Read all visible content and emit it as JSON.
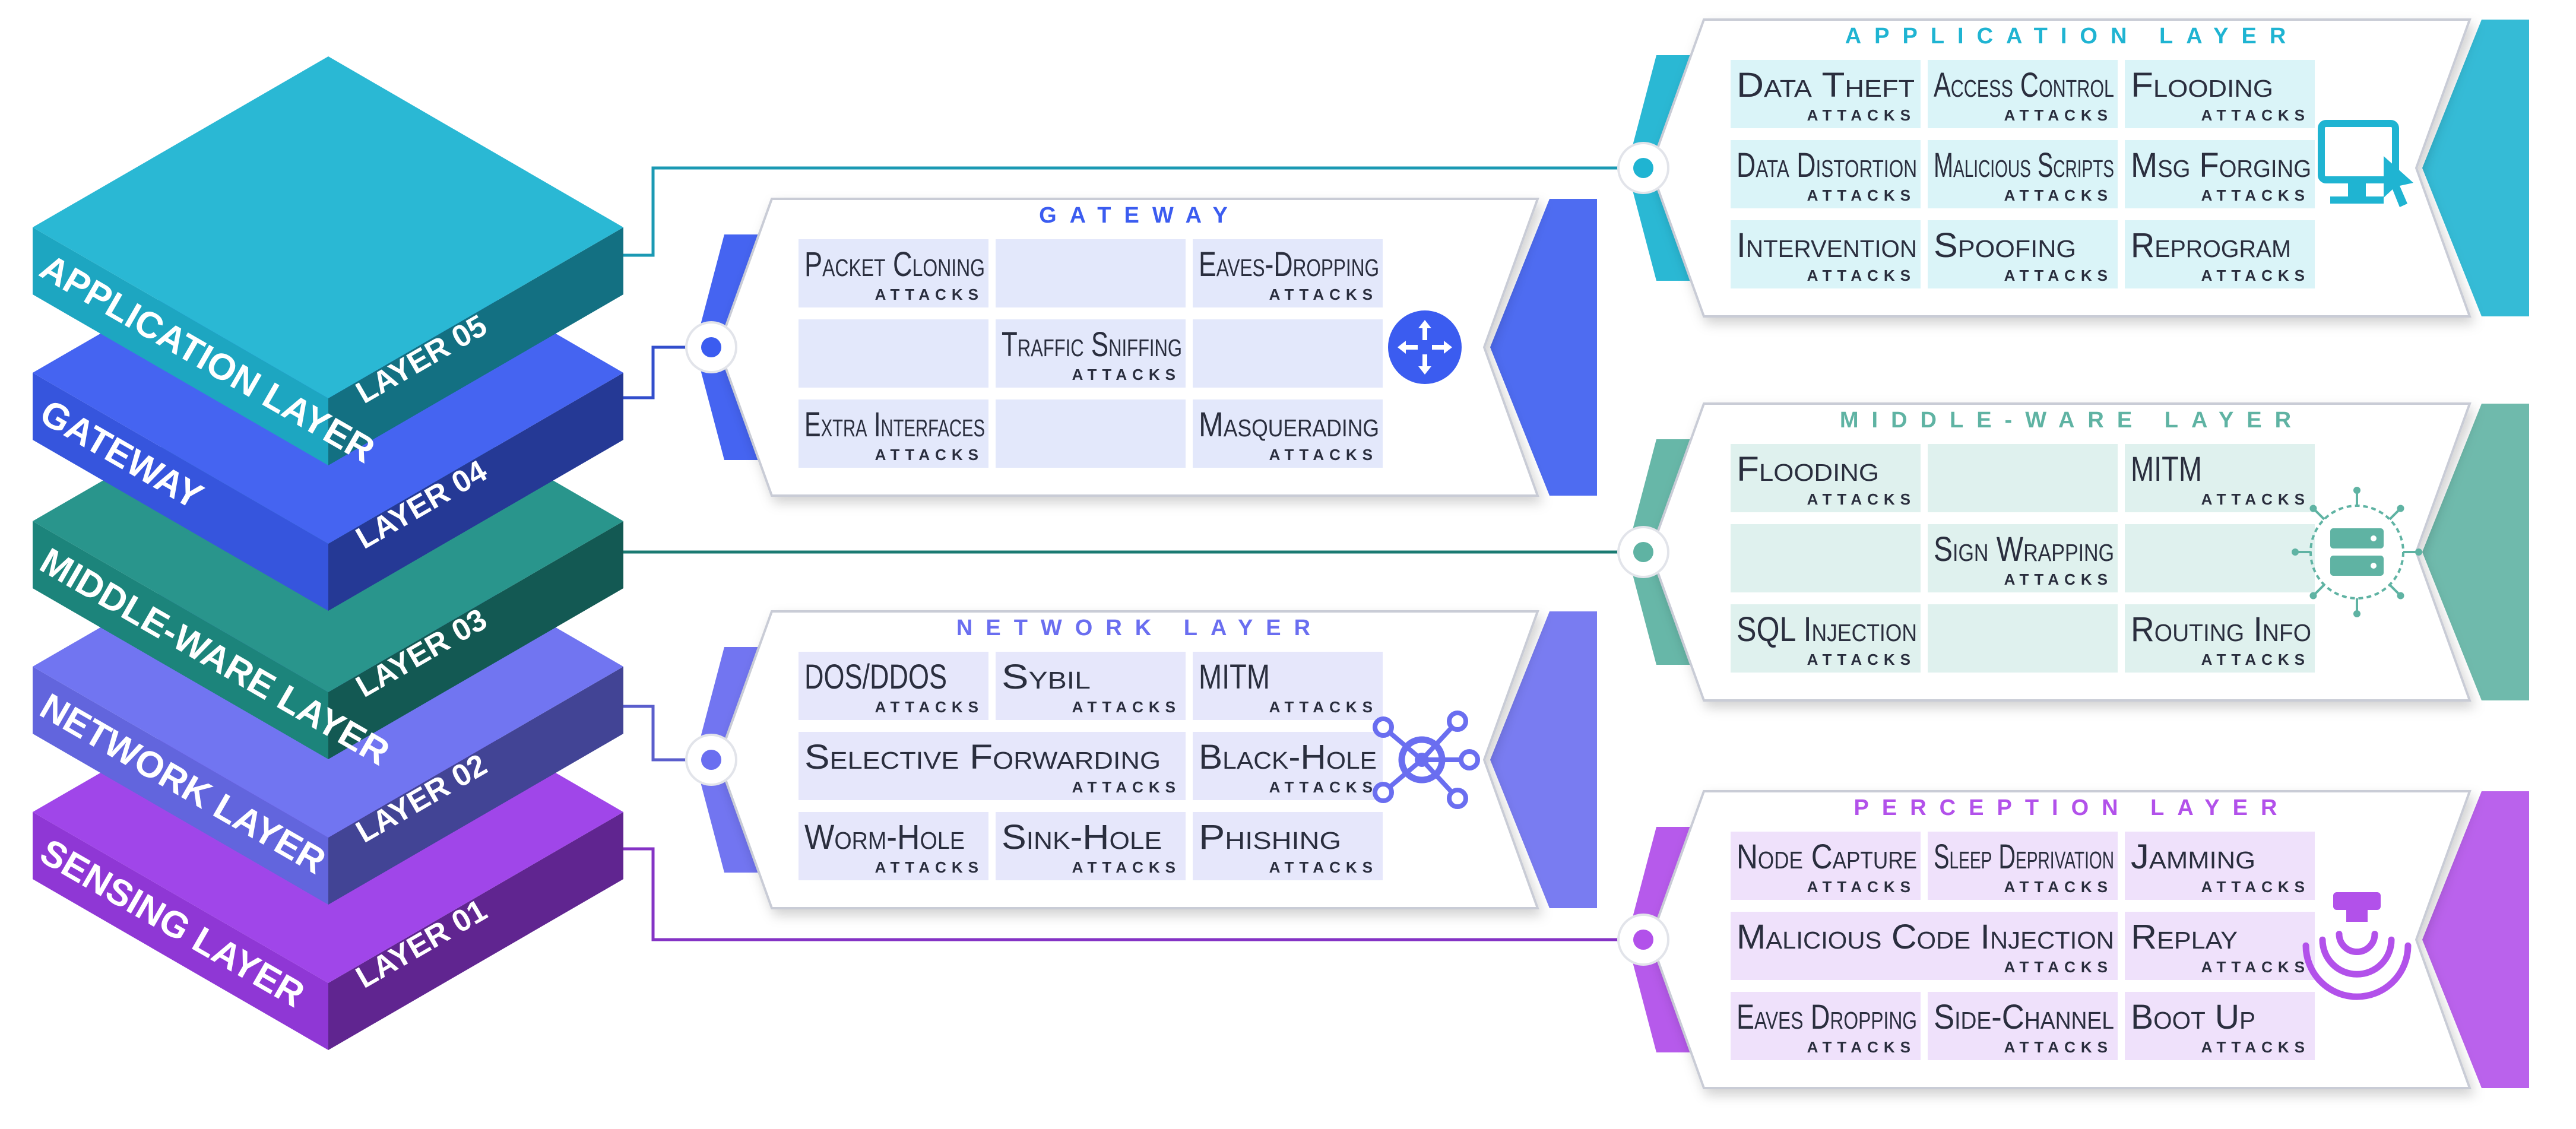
{
  "stack": [
    {
      "name": "Application Layer",
      "layer": "Layer 05",
      "color": "#1fb4d2"
    },
    {
      "name": "Gateway",
      "layer": "Layer 04",
      "color": "#3b5cf0"
    },
    {
      "name": "Middle-Ware Layer",
      "layer": "Layer 03",
      "color": "#1e8f86"
    },
    {
      "name": "Network Layer",
      "layer": "Layer 02",
      "color": "#6a6ef0"
    },
    {
      "name": "Sensing Layer",
      "layer": "Layer 01",
      "color": "#9b3ce8"
    }
  ],
  "sub_label": "Attacks",
  "panels": [
    {
      "id": "application",
      "title": "Application Layer",
      "color": "#1fb4d2",
      "cell_bg": "#daf4f8",
      "icon": "computer-monitor-icon",
      "rows": [
        [
          {
            "name": "Data Theft",
            "sub": true
          },
          {
            "name": "Access Control",
            "sub": true
          },
          {
            "name": "Flooding",
            "sub": true
          }
        ],
        [
          {
            "name": "Data Distortion",
            "sub": true
          },
          {
            "name": "Malicious Scripts",
            "sub": true
          },
          {
            "name": "Msg Forging",
            "sub": true
          }
        ],
        [
          {
            "name": "Intervention",
            "sub": true
          },
          {
            "name": "Spoofing",
            "sub": true
          },
          {
            "name": "Reprogram",
            "sub": true
          }
        ]
      ]
    },
    {
      "id": "gateway",
      "title": "Gateway",
      "color": "#3b5cf0",
      "cell_bg": "#e3e8fb",
      "icon": "router-arrows-icon",
      "rows": [
        [
          {
            "name": "Packet Cloning",
            "sub": true
          },
          {
            "name": "",
            "sub": false
          },
          {
            "name": "Eaves-Dropping",
            "sub": true
          }
        ],
        [
          {
            "name": "",
            "sub": false
          },
          {
            "name": "Traffic Sniffing",
            "sub": true
          },
          {
            "name": "",
            "sub": false
          }
        ],
        [
          {
            "name": "Extra Interfaces",
            "sub": true
          },
          {
            "name": "",
            "sub": false
          },
          {
            "name": "Masquerading",
            "sub": true
          }
        ]
      ]
    },
    {
      "id": "middleware",
      "title": "Middle-Ware Layer",
      "color": "#5fb3a3",
      "cell_bg": "#dff1ee",
      "icon": "server-gear-icon",
      "rows": [
        [
          {
            "name": "Flooding",
            "sub": true
          },
          {
            "name": "",
            "sub": false
          },
          {
            "name": "MITM",
            "sub": true
          }
        ],
        [
          {
            "name": "",
            "sub": false
          },
          {
            "name": "Sign Wrapping",
            "sub": true
          },
          {
            "name": "",
            "sub": false
          }
        ],
        [
          {
            "name": "SQL Injection",
            "sub": true
          },
          {
            "name": "",
            "sub": false
          },
          {
            "name": "Routing Info",
            "sub": true
          }
        ]
      ]
    },
    {
      "id": "network",
      "title": "Network Layer",
      "color": "#6a6ef0",
      "cell_bg": "#e6e7fb",
      "icon": "network-hub-icon",
      "rows": [
        [
          {
            "name": "DOS/DDOS",
            "sub": true
          },
          {
            "name": "Sybil",
            "sub": true
          },
          {
            "name": "MITM",
            "sub": true
          }
        ],
        [
          {
            "name": "Selective Forwarding",
            "sub": true,
            "span": 2
          },
          {
            "name": "Black-Hole",
            "sub": true
          }
        ],
        [
          {
            "name": "Worm-Hole",
            "sub": true
          },
          {
            "name": "Sink-Hole",
            "sub": true
          },
          {
            "name": "Phishing",
            "sub": true
          }
        ]
      ]
    },
    {
      "id": "perception",
      "title": "Perception Layer",
      "color": "#b251ea",
      "cell_bg": "#efe1fb",
      "icon": "sensor-signal-icon",
      "rows": [
        [
          {
            "name": "Node Capture",
            "sub": true
          },
          {
            "name": "Sleep Deprivation",
            "sub": true
          },
          {
            "name": "Jamming",
            "sub": true
          }
        ],
        [
          {
            "name": "Malicious Code Injection",
            "sub": true,
            "span": 2
          },
          {
            "name": "Replay",
            "sub": true
          }
        ],
        [
          {
            "name": "Eaves Dropping",
            "sub": true
          },
          {
            "name": "Side-Channel",
            "sub": true
          },
          {
            "name": "Boot Up",
            "sub": true
          }
        ]
      ]
    }
  ]
}
